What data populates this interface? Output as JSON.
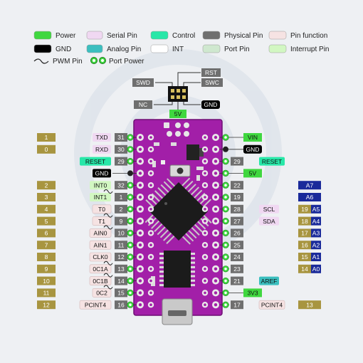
{
  "legend": {
    "items": [
      {
        "name": "Power",
        "color": "#3fd73f"
      },
      {
        "name": "Serial Pin",
        "color": "#f0d8f2"
      },
      {
        "name": "Control",
        "color": "#27e7a8"
      },
      {
        "name": "Physical Pin",
        "color": "#6f6f6f"
      },
      {
        "name": "Pin function",
        "color": "#f6e3e3"
      },
      {
        "name": "GND",
        "color": "#000000"
      },
      {
        "name": "Analog Pin",
        "color": "#3bbfbf"
      },
      {
        "name": "INT",
        "color": "#ffffff"
      },
      {
        "name": "Port Pin",
        "color": "#cfe8cf"
      },
      {
        "name": "Interrupt Pin",
        "color": "#d2f7c2"
      }
    ],
    "pwm_label": "PWM Pin",
    "port_power_label": "Port Power"
  },
  "header_pins": {
    "rst": "RST",
    "swd": "SWD",
    "swc": "SWC",
    "nc": "NC",
    "v5": "5V",
    "gnd": "GND"
  },
  "left_rows": [
    {
      "num": "1",
      "func": "TXD",
      "fkind": "serial",
      "phys": "31"
    },
    {
      "num": "0",
      "func": "RXD",
      "fkind": "serial",
      "phys": "30"
    },
    {
      "num": "",
      "func": "RESET",
      "fkind": "control",
      "phys": "29"
    },
    {
      "num": "",
      "func": "GND",
      "fkind": "gnd",
      "phys": ""
    },
    {
      "num": "2",
      "func": "INT0",
      "fkind": "interrupt",
      "phys": "32"
    },
    {
      "num": "3",
      "func": "INT1",
      "fkind": "interrupt",
      "phys": "1",
      "pwm": true
    },
    {
      "num": "4",
      "func": "T0",
      "fkind": "func",
      "phys": "2"
    },
    {
      "num": "5",
      "func": "T1",
      "fkind": "func",
      "phys": "9",
      "pwm": true
    },
    {
      "num": "6",
      "func": "AIN0",
      "fkind": "func",
      "phys": "10",
      "pwm": true
    },
    {
      "num": "7",
      "func": "AIN1",
      "fkind": "func",
      "phys": "11"
    },
    {
      "num": "8",
      "func": "CLK0",
      "fkind": "func",
      "phys": "12"
    },
    {
      "num": "9",
      "func": "0C1A",
      "fkind": "func",
      "phys": "13",
      "pwm": true
    },
    {
      "num": "10",
      "func": "0C1B",
      "fkind": "func",
      "phys": "14",
      "pwm": true
    },
    {
      "num": "11",
      "func": "0C2",
      "fkind": "func",
      "phys": "15",
      "pwm": true
    },
    {
      "num": "12",
      "func": "PCINT4",
      "fkind": "func",
      "phys": "16"
    }
  ],
  "right_rows": [
    {
      "power": "VIN",
      "pkind": "power"
    },
    {
      "power": "GND",
      "pkind": "gnd"
    },
    {
      "phys": "29",
      "func": "RESET",
      "fkind": "control"
    },
    {
      "power": "5V",
      "pkind": "power"
    },
    {
      "phys": "22",
      "analog": "A7"
    },
    {
      "phys": "19",
      "analog": "A6"
    },
    {
      "phys": "28",
      "func": "SCL",
      "fkind": "serial",
      "num": "19",
      "analog": "A5"
    },
    {
      "phys": "27",
      "func": "SDA",
      "fkind": "serial",
      "num": "18",
      "analog": "A4"
    },
    {
      "phys": "26",
      "num": "17",
      "analog": "A3"
    },
    {
      "phys": "25",
      "num": "16",
      "analog": "A2"
    },
    {
      "phys": "24",
      "num": "15",
      "analog": "A1"
    },
    {
      "phys": "23",
      "num": "14",
      "analog": "A0"
    },
    {
      "phys": "21",
      "func": "AREF",
      "fkind": "analogfn"
    },
    {
      "power": "3V3",
      "pkind": "power"
    },
    {
      "phys": "17",
      "func": "PCINT4",
      "fkind": "func",
      "num": "13"
    }
  ],
  "colors": {
    "board": "#a21fa8",
    "board_edge": "#6e0f74",
    "gold": "#a89540",
    "phys": "#6f6f6f",
    "power": "#3fd73f",
    "control": "#27e7a8",
    "serial": "#f0d8f2",
    "func": "#f6e3e3",
    "interrupt": "#d2f7c2",
    "analog_blue": "#1a2a9a",
    "analog_teal": "#3bbfbf",
    "gnd": "#000000"
  }
}
